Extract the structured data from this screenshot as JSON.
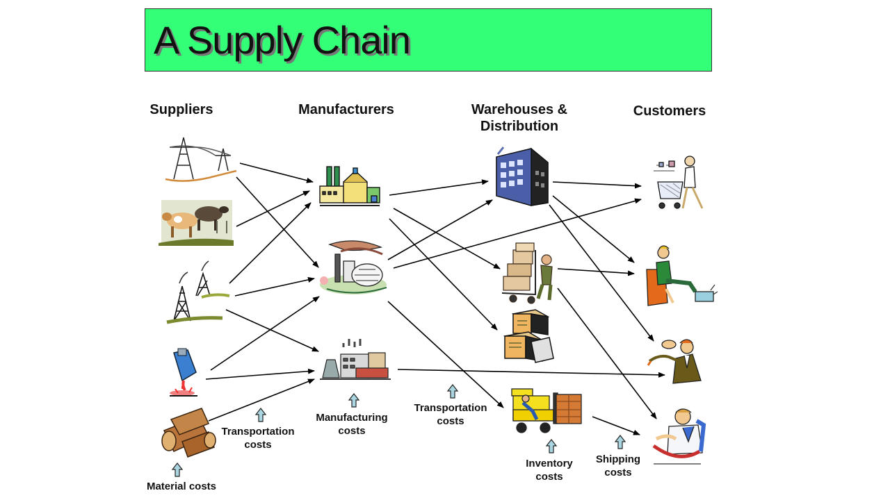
{
  "title": "A Supply Chain",
  "columns": {
    "suppliers": "Suppliers",
    "manufacturers": "Manufacturers",
    "warehouses": "Warehouses &\nDistribution",
    "customers": "Customers"
  },
  "costs": {
    "material": "Material costs",
    "transport_1": "Transportation\ncosts",
    "manufacturing": "Manufacturing\ncosts",
    "transport_2": "Transportation\ncosts",
    "inventory": "Inventory\ncosts",
    "shipping": "Shipping\ncosts"
  },
  "colors": {
    "title_bg": "#33ff77",
    "cost_arrow": "#a9d6e0"
  },
  "icons": {
    "suppliers": [
      "power-lines-icon",
      "cows-icon",
      "oil-derricks-icon",
      "molten-metal-ladle-icon",
      "logs-icon"
    ],
    "manufacturers": [
      "factory-icon",
      "refinery-icon",
      "industrial-plant-icon"
    ],
    "warehouses": [
      "office-building-icon",
      "hand-truck-worker-icon",
      "boxes-icon",
      "forklift-icon"
    ],
    "customers": [
      "shopper-icon",
      "seated-customer-icon",
      "businessman-icon",
      "phone-customer-icon"
    ]
  }
}
